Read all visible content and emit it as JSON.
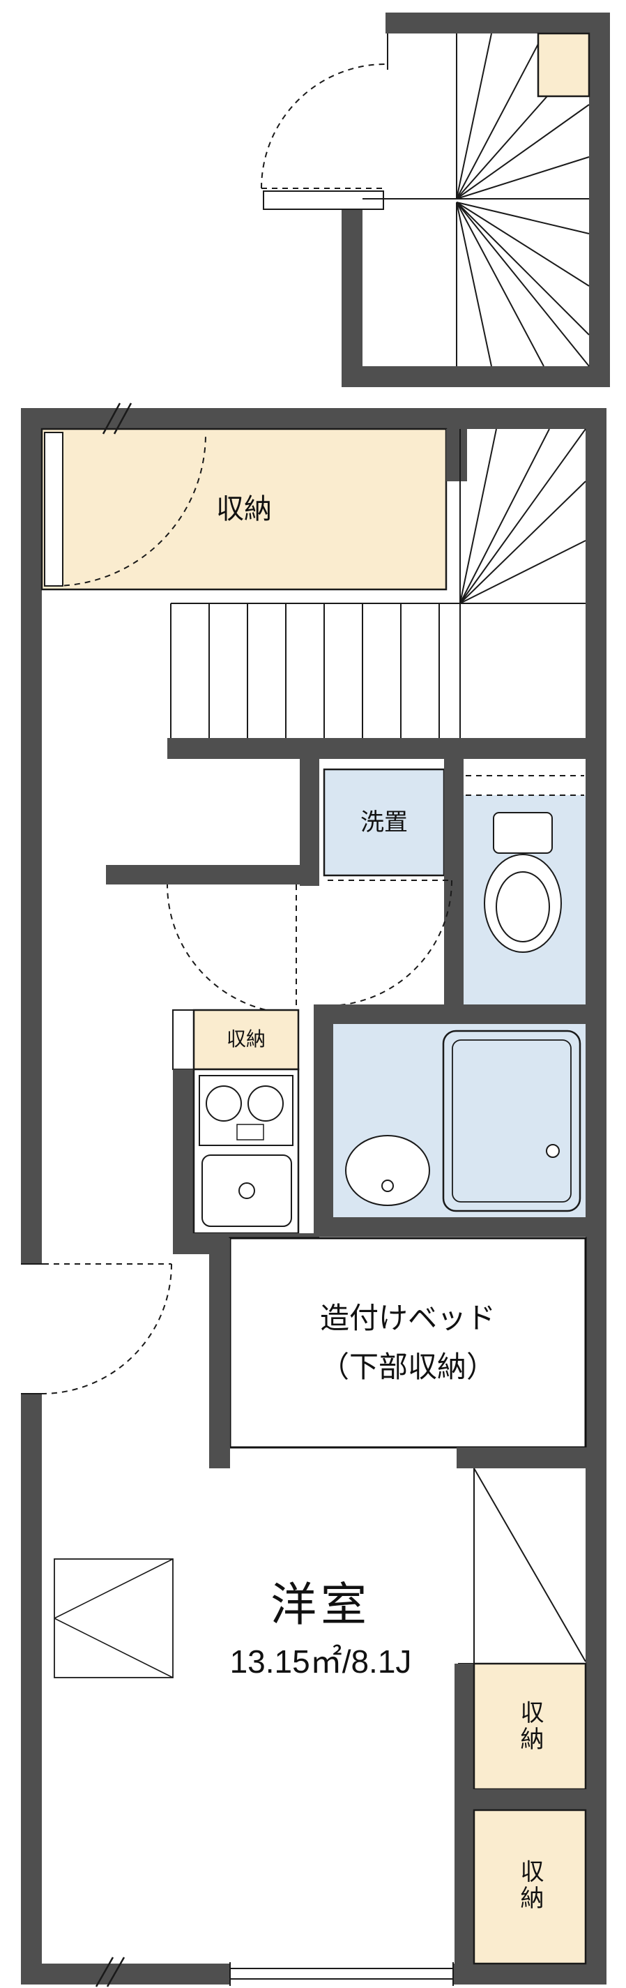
{
  "document": {
    "type": "floor-plan"
  },
  "labels": {
    "upper_storage": "収納",
    "laundry": "洗置",
    "kitchen_storage": "収納",
    "built_in_bed_line1": "造付けベッド",
    "built_in_bed_line2": "（下部収納）",
    "main_room_name": "洋室",
    "main_room_size": "13.15㎡/8.1J",
    "right_closet_upper": "収納",
    "right_closet_lower": "収納"
  },
  "colors": {
    "wall": "#4f4f4f",
    "storage_fill": "#faeccf",
    "wet_area_fill": "#d9e6f2",
    "line": "#1a1a1a",
    "background": "#ffffff"
  }
}
